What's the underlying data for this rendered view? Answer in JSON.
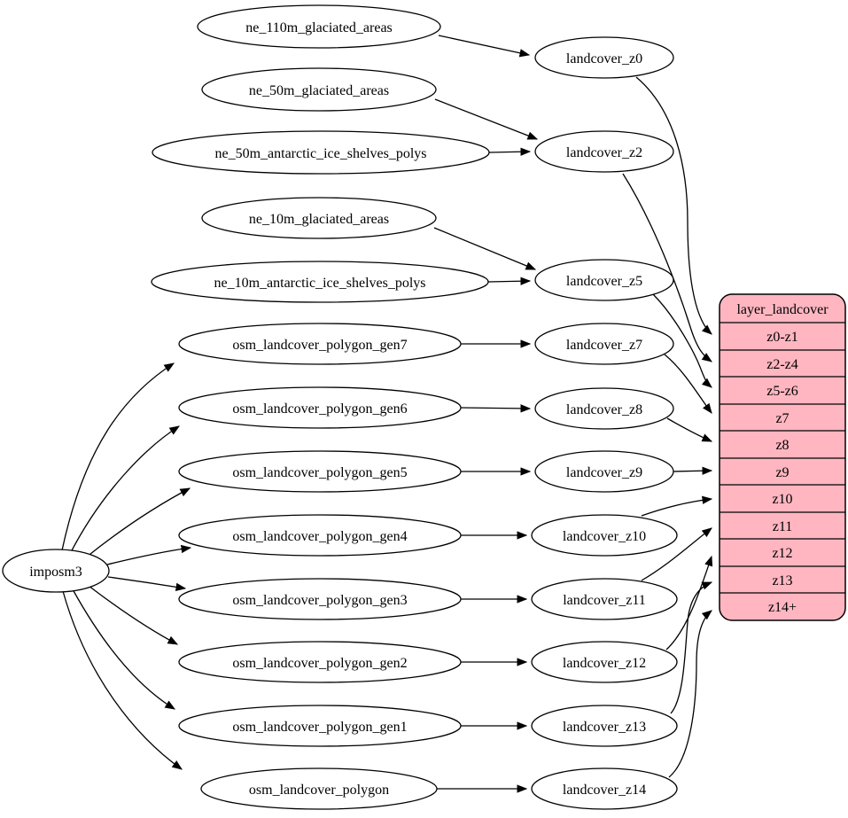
{
  "diagram": {
    "background_color": "#ffffff",
    "node_fill": "#ffffff",
    "node_stroke": "#000000",
    "edge_color": "#000000",
    "table_fill": "#ffb6c1",
    "importer_label": "imposm3",
    "sources": [
      {
        "label": "ne_110m_glaciated_areas"
      },
      {
        "label": "ne_50m_glaciated_areas"
      },
      {
        "label": "ne_50m_antarctic_ice_shelves_polys"
      },
      {
        "label": "ne_10m_glaciated_areas"
      },
      {
        "label": "ne_10m_antarctic_ice_shelves_polys"
      },
      {
        "label": "osm_landcover_polygon_gen7"
      },
      {
        "label": "osm_landcover_polygon_gen6"
      },
      {
        "label": "osm_landcover_polygon_gen5"
      },
      {
        "label": "osm_landcover_polygon_gen4"
      },
      {
        "label": "osm_landcover_polygon_gen3"
      },
      {
        "label": "osm_landcover_polygon_gen2"
      },
      {
        "label": "osm_landcover_polygon_gen1"
      },
      {
        "label": "osm_landcover_polygon"
      }
    ],
    "generalized_tables": [
      {
        "label": "landcover_z0"
      },
      {
        "label": "landcover_z2"
      },
      {
        "label": "landcover_z5"
      },
      {
        "label": "landcover_z7"
      },
      {
        "label": "landcover_z8"
      },
      {
        "label": "landcover_z9"
      },
      {
        "label": "landcover_z10"
      },
      {
        "label": "landcover_z11"
      },
      {
        "label": "landcover_z12"
      },
      {
        "label": "landcover_z13"
      },
      {
        "label": "landcover_z14"
      }
    ],
    "layer_table": {
      "title": "layer_landcover",
      "rows": [
        {
          "label": "z0-z1"
        },
        {
          "label": "z2-z4"
        },
        {
          "label": "z5-z6"
        },
        {
          "label": "z7"
        },
        {
          "label": "z8"
        },
        {
          "label": "z9"
        },
        {
          "label": "z10"
        },
        {
          "label": "z11"
        },
        {
          "label": "z12"
        },
        {
          "label": "z13"
        },
        {
          "label": "z14+"
        }
      ]
    },
    "edges": [
      {
        "from": "imposm3",
        "to": "osm_landcover_polygon_gen7"
      },
      {
        "from": "imposm3",
        "to": "osm_landcover_polygon_gen6"
      },
      {
        "from": "imposm3",
        "to": "osm_landcover_polygon_gen5"
      },
      {
        "from": "imposm3",
        "to": "osm_landcover_polygon_gen4"
      },
      {
        "from": "imposm3",
        "to": "osm_landcover_polygon_gen3"
      },
      {
        "from": "imposm3",
        "to": "osm_landcover_polygon_gen2"
      },
      {
        "from": "imposm3",
        "to": "osm_landcover_polygon_gen1"
      },
      {
        "from": "imposm3",
        "to": "osm_landcover_polygon"
      },
      {
        "from": "ne_110m_glaciated_areas",
        "to": "landcover_z0"
      },
      {
        "from": "ne_50m_glaciated_areas",
        "to": "landcover_z2"
      },
      {
        "from": "ne_50m_antarctic_ice_shelves_polys",
        "to": "landcover_z2"
      },
      {
        "from": "ne_10m_glaciated_areas",
        "to": "landcover_z5"
      },
      {
        "from": "ne_10m_antarctic_ice_shelves_polys",
        "to": "landcover_z5"
      },
      {
        "from": "osm_landcover_polygon_gen7",
        "to": "landcover_z7"
      },
      {
        "from": "osm_landcover_polygon_gen6",
        "to": "landcover_z8"
      },
      {
        "from": "osm_landcover_polygon_gen5",
        "to": "landcover_z9"
      },
      {
        "from": "osm_landcover_polygon_gen4",
        "to": "landcover_z10"
      },
      {
        "from": "osm_landcover_polygon_gen3",
        "to": "landcover_z11"
      },
      {
        "from": "osm_landcover_polygon_gen2",
        "to": "landcover_z12"
      },
      {
        "from": "osm_landcover_polygon_gen1",
        "to": "landcover_z13"
      },
      {
        "from": "osm_landcover_polygon",
        "to": "landcover_z14"
      },
      {
        "from": "landcover_z0",
        "to": "layer_landcover.z0-z1"
      },
      {
        "from": "landcover_z2",
        "to": "layer_landcover.z2-z4"
      },
      {
        "from": "landcover_z5",
        "to": "layer_landcover.z5-z6"
      },
      {
        "from": "landcover_z7",
        "to": "layer_landcover.z7"
      },
      {
        "from": "landcover_z8",
        "to": "layer_landcover.z8"
      },
      {
        "from": "landcover_z9",
        "to": "layer_landcover.z9"
      },
      {
        "from": "landcover_z10",
        "to": "layer_landcover.z10"
      },
      {
        "from": "landcover_z11",
        "to": "layer_landcover.z11"
      },
      {
        "from": "landcover_z12",
        "to": "layer_landcover.z12"
      },
      {
        "from": "landcover_z13",
        "to": "layer_landcover.z13"
      },
      {
        "from": "landcover_z14",
        "to": "layer_landcover.z14+"
      }
    ]
  }
}
